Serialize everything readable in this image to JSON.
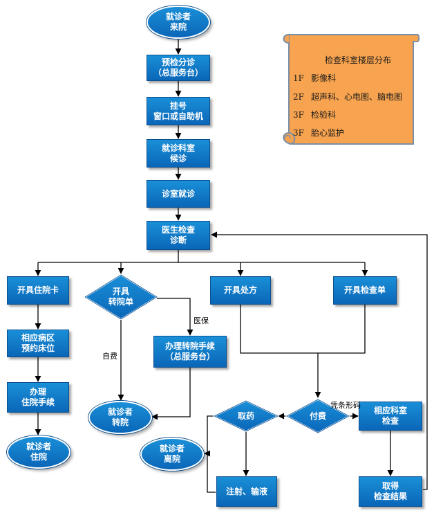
{
  "nodes": {
    "start": "就诊者\n来院",
    "triage": "预检分诊\n（总服务台）",
    "register": "挂号\n窗口或自助机",
    "wait": "就诊科室\n候诊",
    "consult": "诊室就诊",
    "diagnose": "医生检查\n诊断",
    "admission_card": "开具住院卡",
    "transfer_decision": "开具\n转院单",
    "prescription": "开具处方",
    "exam_order": "开具检查单",
    "reserve_bed": "相应病区\n预约床位",
    "admission_proc": "办理\n住院手续",
    "inpatient": "就诊者\n住院",
    "transfer_proc": "办理转院手续\n（总服务台）",
    "transferred": "就诊者\n转院",
    "pay": "付费",
    "get_medicine": "取药",
    "exam_dept": "相应科室\n检查",
    "leave": "就诊者\n离院",
    "injection": "注射、输液",
    "get_results": "取得\n检查结果"
  },
  "edge_labels": {
    "insurance": "医保",
    "self_pay": "自费",
    "barcode": "凭条形码"
  },
  "floor_panel": {
    "title": "检查科室楼层分布",
    "floors": [
      {
        "floor": "1F",
        "dept": "影像科"
      },
      {
        "floor": "2F",
        "dept": "超声科、心电图、脑电图"
      },
      {
        "floor": "3F",
        "dept": "检验科"
      },
      {
        "floor": "3F",
        "dept": "胎心监护"
      }
    ]
  },
  "colors": {
    "node_fill": "#0a66b8",
    "panel_fill": "#f7a34f",
    "panel_border": "#7a8fa6",
    "arrow": "#000000"
  }
}
